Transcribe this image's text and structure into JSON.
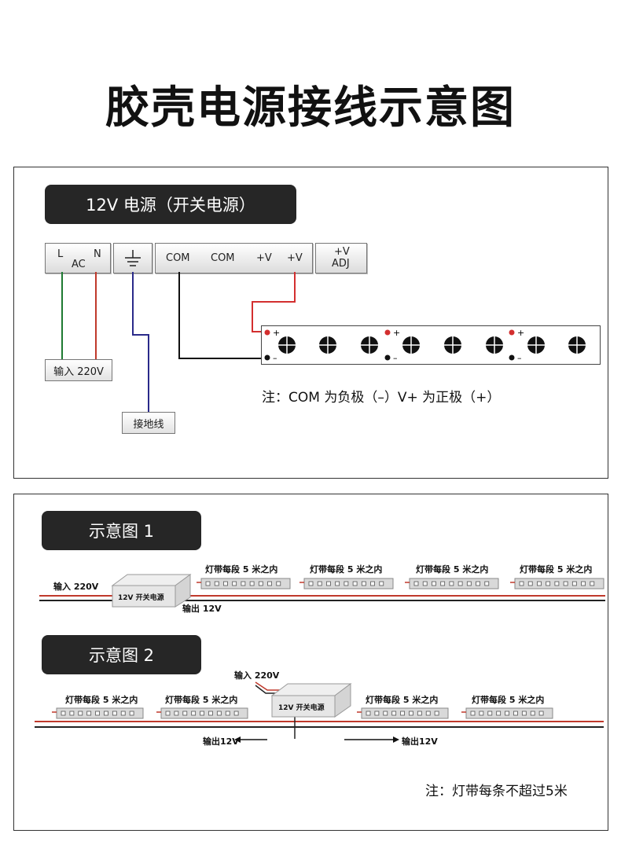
{
  "title": "胶壳电源接线示意图",
  "wiring": {
    "header": "12V 电源（开关电源）",
    "term_L": "L",
    "term_N": "N",
    "term_AC": "AC",
    "term_com1": "COM",
    "term_com2": "COM",
    "term_v1": "+V",
    "term_v2": "+V",
    "adj_v": "+V",
    "adj_label": "ADJ",
    "input_label": "输入 220V",
    "ground_label": "接地线",
    "plus": "+",
    "minus": "–",
    "note": "注：COM 为负极（–）V+ 为正极（+）",
    "wire_colors": {
      "L": "#1e7a32",
      "N": "#c0392b",
      "ground": "#2a2a8a",
      "com": "#111111",
      "v": "#d32f2f"
    }
  },
  "diagram1": {
    "header": "示意图 1",
    "input_label": "输入 220V",
    "psu_label": "12V 开关电源",
    "output_label": "输出 12V",
    "segment_label": "灯带每段 5 米之内",
    "segment_labels": [
      "灯带每段 5 米之内",
      "灯带每段 5 米之内",
      "灯带每段 5 米之内",
      "灯带每段 5 米之内"
    ]
  },
  "diagram2": {
    "header": "示意图 2",
    "input_label": "输入 220V",
    "psu_label": "12V 开关电源",
    "output_left": "输出12V",
    "output_right": "输出12V",
    "segment_labels": [
      "灯带每段 5 米之内",
      "灯带每段 5 米之内",
      "灯带每段 5 米之内",
      "灯带每段 5 米之内"
    ],
    "note": "注：灯带每条不超过5米"
  }
}
